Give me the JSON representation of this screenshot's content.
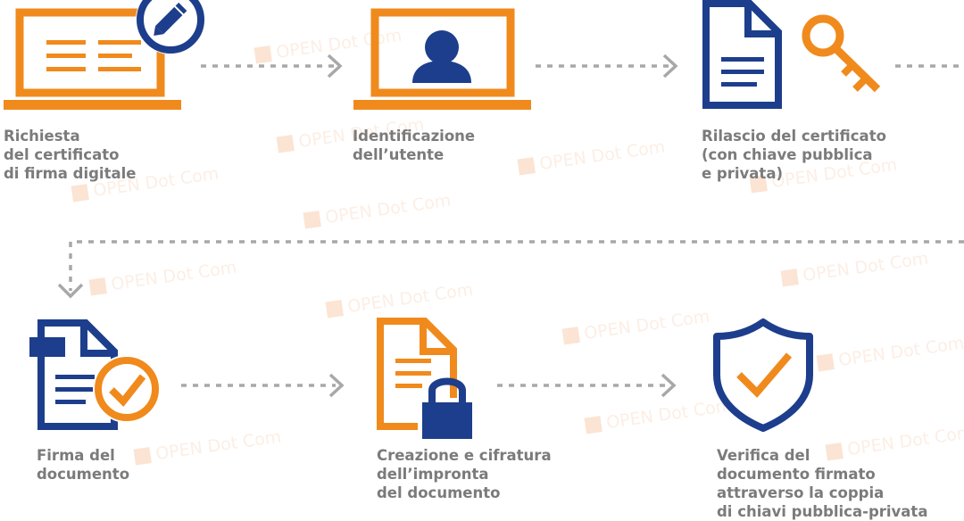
{
  "watermark": {
    "text": "OPEN Dot Com"
  },
  "steps": [
    {
      "lines": [
        "Richiesta",
        "del certificato",
        "di firma digitale"
      ],
      "icon": "laptop-edit-icon"
    },
    {
      "lines": [
        "Identificazione",
        "dell’utente"
      ],
      "icon": "laptop-user-icon"
    },
    {
      "lines": [
        "Rilascio del certificato",
        "(con chiave pubblica",
        "e privata)"
      ],
      "icon": "document-key-icon"
    },
    {
      "lines": [
        "Firma del",
        "documento"
      ],
      "icon": "document-check-icon"
    },
    {
      "lines": [
        "Creazione e cifratura",
        "dell’impronta",
        "del documento"
      ],
      "icon": "document-lock-icon"
    },
    {
      "lines": [
        "Verifica del",
        "documento firmato",
        "attraverso la coppia",
        "di chiavi pubblica-privata"
      ],
      "icon": "shield-check-icon"
    }
  ],
  "colors": {
    "orange": "#f08a1c",
    "blue": "#1d3e8c",
    "gray_text": "#7b7b7b",
    "arrow": "#a8a8a8"
  }
}
